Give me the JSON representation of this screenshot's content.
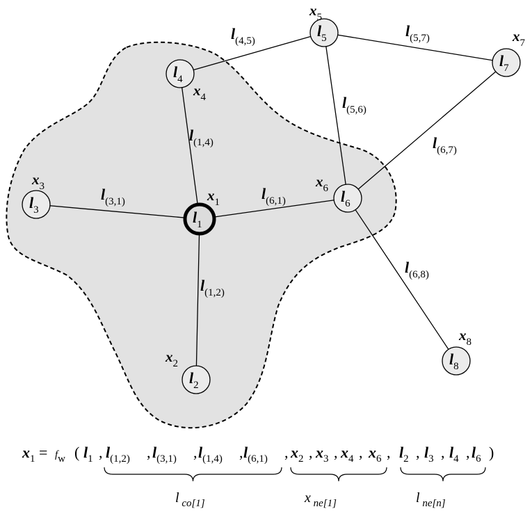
{
  "nodes": [
    {
      "id": "1",
      "label": "l",
      "sub": "1",
      "var": "x",
      "var_sub": "1",
      "central": true
    },
    {
      "id": "2",
      "label": "l",
      "sub": "2",
      "var": "x",
      "var_sub": "2"
    },
    {
      "id": "3",
      "label": "l",
      "sub": "3",
      "var": "x",
      "var_sub": "3"
    },
    {
      "id": "4",
      "label": "l",
      "sub": "4",
      "var": "x",
      "var_sub": "4"
    },
    {
      "id": "5",
      "label": "l",
      "sub": "5",
      "var": "x",
      "var_sub": "5"
    },
    {
      "id": "6",
      "label": "l",
      "sub": "6",
      "var": "x",
      "var_sub": "6"
    },
    {
      "id": "7",
      "label": "l",
      "sub": "7",
      "var": "x",
      "var_sub": "7"
    },
    {
      "id": "8",
      "label": "l",
      "sub": "8",
      "var": "x",
      "var_sub": "8"
    }
  ],
  "edges": [
    {
      "from": "4",
      "to": "5",
      "label": "l",
      "sub": "(4,5)"
    },
    {
      "from": "5",
      "to": "7",
      "label": "l",
      "sub": "(5,7)"
    },
    {
      "from": "5",
      "to": "6",
      "label": "l",
      "sub": "(5,6)"
    },
    {
      "from": "1",
      "to": "4",
      "label": "l",
      "sub": "(1,4)"
    },
    {
      "from": "6",
      "to": "7",
      "label": "l",
      "sub": "(6,7)"
    },
    {
      "from": "3",
      "to": "1",
      "label": "l",
      "sub": "(3,1)"
    },
    {
      "from": "6",
      "to": "1",
      "label": "l",
      "sub": "(6,1)"
    },
    {
      "from": "6",
      "to": "8",
      "label": "l",
      "sub": "(6,8)"
    },
    {
      "from": "1",
      "to": "2",
      "label": "l",
      "sub": "(1,2)"
    }
  ],
  "formula": {
    "lhs": "x",
    "lhs_sub": "1",
    "equals": "=",
    "func": "f",
    "func_sub": "w",
    "open": "(",
    "close": ")",
    "comma": ",",
    "group_co": [
      {
        "base": "l",
        "sub": "1"
      },
      {
        "base": "l",
        "sub": "(1,2)"
      },
      {
        "base": "l",
        "sub": "(3,1)"
      },
      {
        "base": "l",
        "sub": "(1,4)"
      },
      {
        "base": "l",
        "sub": "(6,1)"
      }
    ],
    "group_xne": [
      {
        "base": "x",
        "sub": "2"
      },
      {
        "base": "x",
        "sub": "3"
      },
      {
        "base": "x",
        "sub": "4"
      },
      {
        "base": "x",
        "sub": "6"
      }
    ],
    "group_lne": [
      {
        "base": "l",
        "sub": "2"
      },
      {
        "base": "l",
        "sub": "3"
      },
      {
        "base": "l",
        "sub": "4"
      },
      {
        "base": "l",
        "sub": "6"
      }
    ]
  },
  "braces": {
    "co": {
      "base": "l",
      "sub": "co[1]"
    },
    "xne": {
      "base": "x",
      "sub": "ne[1]"
    },
    "lne": {
      "base": "l",
      "sub": "ne[n]"
    }
  },
  "colors": {
    "region_fill": "#e2e2e2",
    "node_fill": "#ebebeb",
    "central_fill": "#dcdcdc",
    "stroke": "#000000"
  }
}
